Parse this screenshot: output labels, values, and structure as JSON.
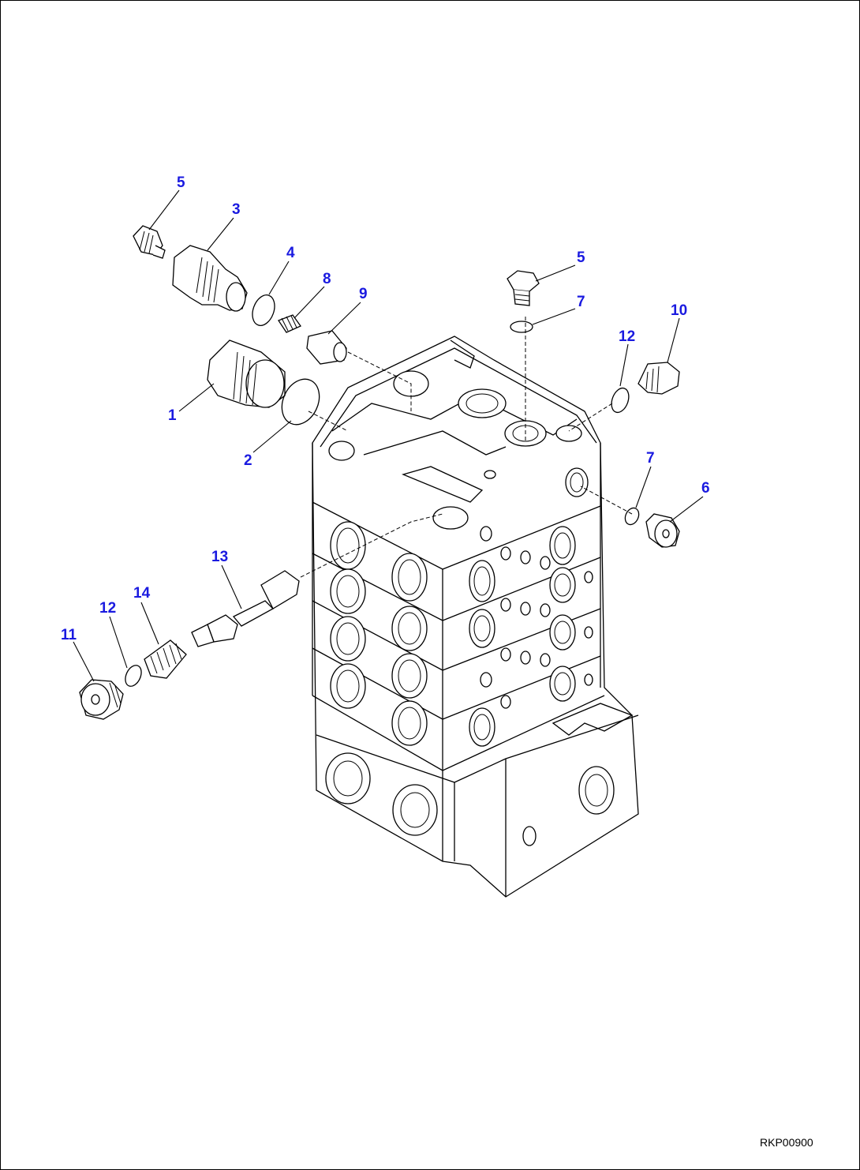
{
  "diagram": {
    "drawing_id": "RKP00900",
    "callouts": [
      {
        "key": "c5a",
        "label": "5"
      },
      {
        "key": "c3",
        "label": "3"
      },
      {
        "key": "c4",
        "label": "4"
      },
      {
        "key": "c8",
        "label": "8"
      },
      {
        "key": "c9",
        "label": "9"
      },
      {
        "key": "c1",
        "label": "1"
      },
      {
        "key": "c2",
        "label": "2"
      },
      {
        "key": "c5b",
        "label": "5"
      },
      {
        "key": "c7a",
        "label": "7"
      },
      {
        "key": "c10",
        "label": "10"
      },
      {
        "key": "c12a",
        "label": "12"
      },
      {
        "key": "c7b",
        "label": "7"
      },
      {
        "key": "c6",
        "label": "6"
      },
      {
        "key": "c13",
        "label": "13"
      },
      {
        "key": "c14",
        "label": "14"
      },
      {
        "key": "c12b",
        "label": "12"
      },
      {
        "key": "c11",
        "label": "11"
      }
    ],
    "colors": {
      "callout": "#1a1ae0",
      "line": "#000000",
      "background": "#ffffff"
    }
  }
}
